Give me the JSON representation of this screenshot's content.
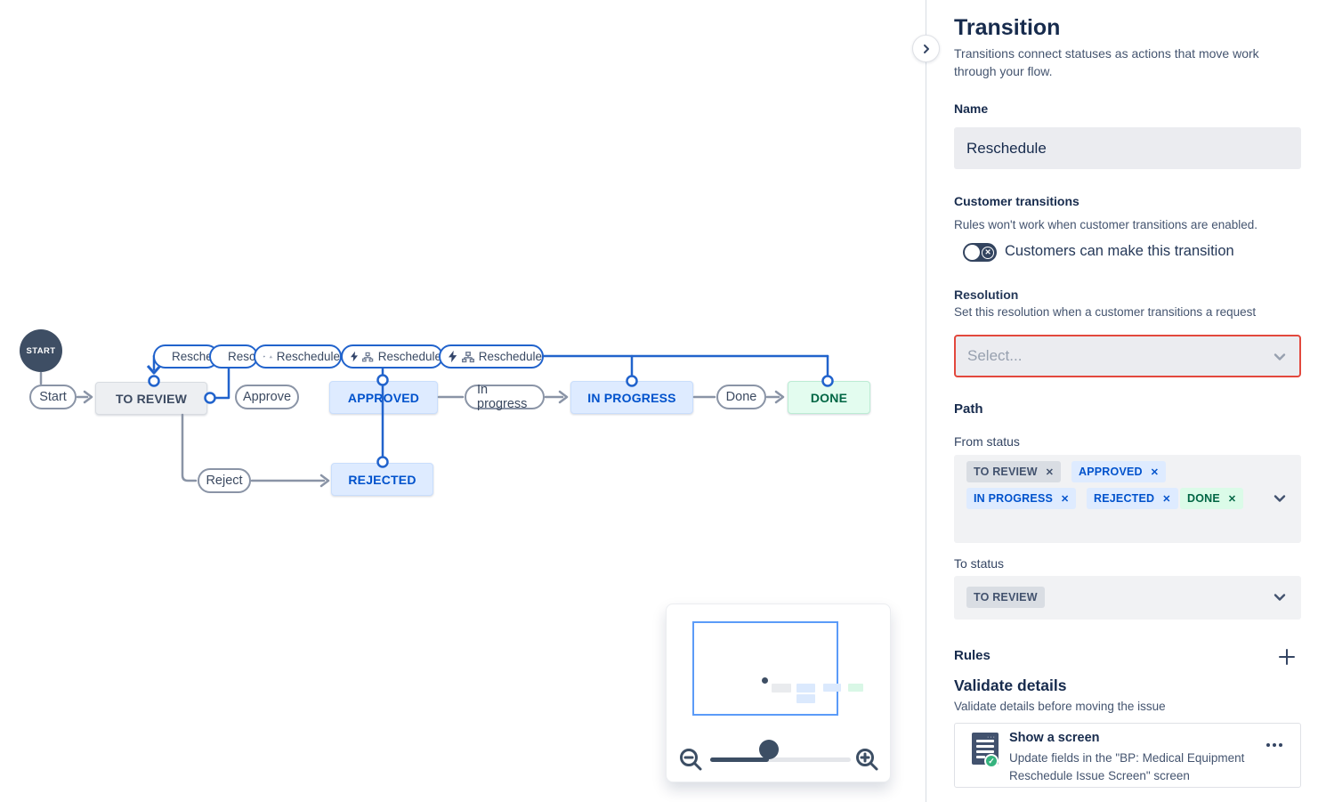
{
  "canvas": {
    "start_label": "START",
    "statuses": {
      "to_review": {
        "label": "TO REVIEW"
      },
      "approved": {
        "label": "APPROVED"
      },
      "in_progress": {
        "label": "IN PROGRESS"
      },
      "done": {
        "label": "DONE"
      },
      "rejected": {
        "label": "REJECTED"
      }
    },
    "transitions": {
      "start": {
        "label": "Start"
      },
      "approve": {
        "label": "Approve"
      },
      "in_progress": {
        "label": "In progress"
      },
      "done": {
        "label": "Done"
      },
      "reject": {
        "label": "Reject"
      }
    },
    "chips": [
      {
        "label": "Reschedule"
      },
      {
        "label": "Reschedule"
      },
      {
        "label": "Reschedule"
      },
      {
        "label": "Reschedule"
      },
      {
        "label": "Reschedule"
      }
    ]
  },
  "panel": {
    "title": "Transition",
    "description": "Transitions connect statuses as actions that move work through your flow.",
    "name": {
      "label": "Name",
      "value": "Reschedule"
    },
    "customer_transitions": {
      "label": "Customer transitions",
      "note": "Rules won't work when customer transitions are enabled.",
      "toggle_state": "off",
      "toggle_label": "Customers can make this transition"
    },
    "resolution": {
      "label": "Resolution",
      "note": "Set this resolution when a customer transitions a request",
      "placeholder": "Select..."
    },
    "path": {
      "label": "Path",
      "from_label": "From status",
      "from_status": [
        {
          "label": "TO REVIEW",
          "color": "gray"
        },
        {
          "label": "APPROVED",
          "color": "blue"
        },
        {
          "label": "IN PROGRESS",
          "color": "blue"
        },
        {
          "label": "REJECTED",
          "color": "blue"
        },
        {
          "label": "DONE",
          "color": "green"
        }
      ],
      "to_label": "To status",
      "to_status": "TO REVIEW"
    },
    "rules": {
      "label": "Rules"
    },
    "validate": {
      "title": "Validate details",
      "subtitle": "Validate details before moving the issue",
      "rule": {
        "title": "Show a screen",
        "description": "Update fields in the \"BP: Medical Equipment Reschedule Issue Screen\" screen"
      }
    }
  },
  "icons": {
    "remove": "✕",
    "check": "✓"
  },
  "colors": {
    "accent_blue": "#0052cc",
    "edge_blue": "#2163cc",
    "edge_gray": "#8a94a6",
    "navy": "#344563",
    "status_blue_bg": "#deebff",
    "status_green_bg": "#e3fcef",
    "status_gray_bg": "#edeff2",
    "error_border": "#e2483d",
    "toggle_off_bg": "#33445f",
    "success_green": "#36b37e"
  }
}
